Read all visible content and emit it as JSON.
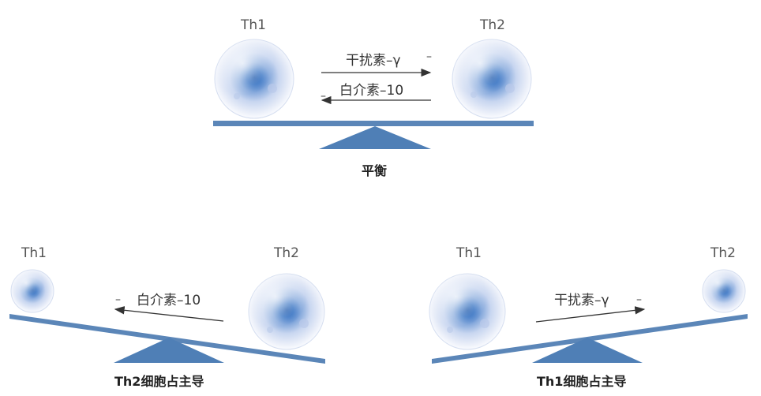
{
  "top": {
    "left_cell_label": "Th1",
    "right_cell_label": "Th2",
    "arrow_forward_label": "干扰素–γ",
    "arrow_forward_sign": "–",
    "arrow_back_label": "白介素–10",
    "arrow_back_sign": "–",
    "caption": "平衡"
  },
  "bottom_left": {
    "left_cell_label": "Th1",
    "right_cell_label": "Th2",
    "arrow_label": "白介素–10",
    "arrow_sign": "–",
    "caption": "Th2细胞占主导"
  },
  "bottom_right": {
    "left_cell_label": "Th1",
    "right_cell_label": "Th2",
    "arrow_label": "干扰素–γ",
    "arrow_sign": "–",
    "caption": "Th1细胞占主导"
  },
  "colors": {
    "beam": "#5b86b8",
    "fulcrum": "#4f7fb6",
    "cell_core": "#1f5fb0",
    "cell_mid": "#7fa6da",
    "cell_outer": "#e6ecf8",
    "arrow": "#333333"
  }
}
